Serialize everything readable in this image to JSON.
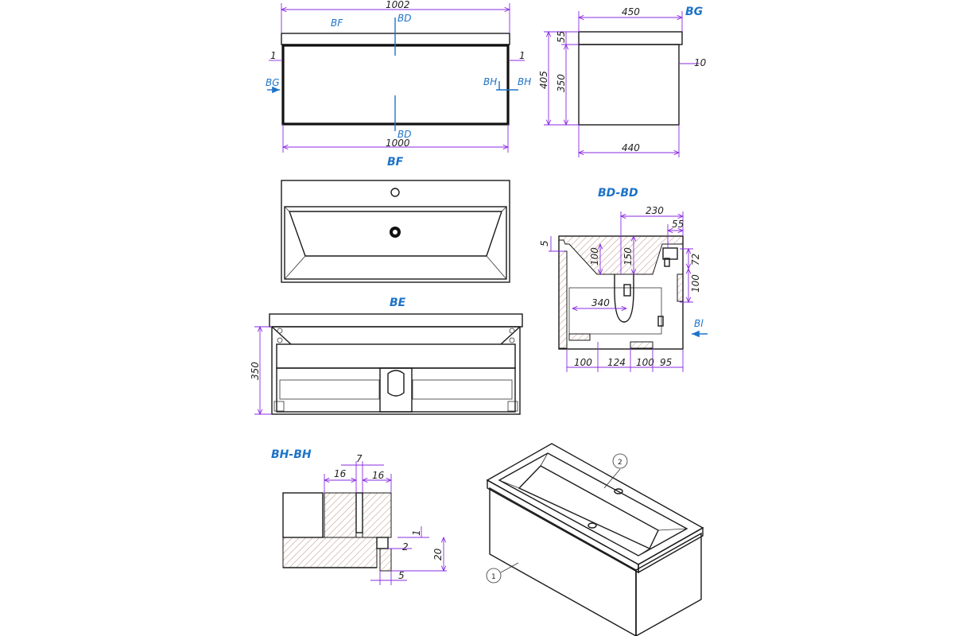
{
  "dimensions": {
    "top_width_outer": "1002",
    "top_width_inner": "1000",
    "margin_left": "1",
    "margin_right": "1",
    "side_top": "450",
    "side_bottom": "440",
    "side_height_total": "405",
    "side_height_top": "55",
    "side_height_body": "350",
    "side_offset": "10",
    "be_height": "350",
    "bd_top_width": "230",
    "bd_top_small": "55",
    "bd_left_small": "5",
    "bd_depth_100": "100",
    "bd_depth_150": "150",
    "bd_right_72": "72",
    "bd_right_100": "100",
    "bd_inner_340": "340",
    "bd_bottom_1": "100",
    "bd_bottom_2": "124",
    "bd_bottom_3": "100",
    "bd_bottom_4": "95",
    "bh_7": "7",
    "bh_16_left": "16",
    "bh_16_right": "16",
    "bh_1": "1",
    "bh_2": "2",
    "bh_20": "20",
    "bh_5": "5"
  },
  "labels": {
    "cut_bf": "BF",
    "cut_bd_top": "BD",
    "cut_bd_bottom": "BD",
    "cut_bg": "BG",
    "cut_bh_left": "BH",
    "cut_bh_right": "BH",
    "cut_bg_side": "BG",
    "cut_bg_section": "Bl"
  },
  "titles": {
    "view_bf": "BF",
    "view_bd": "BD-BD",
    "view_be": "BE",
    "view_bh": "BH-BH"
  },
  "callouts": {
    "one": "1",
    "two": "2"
  }
}
